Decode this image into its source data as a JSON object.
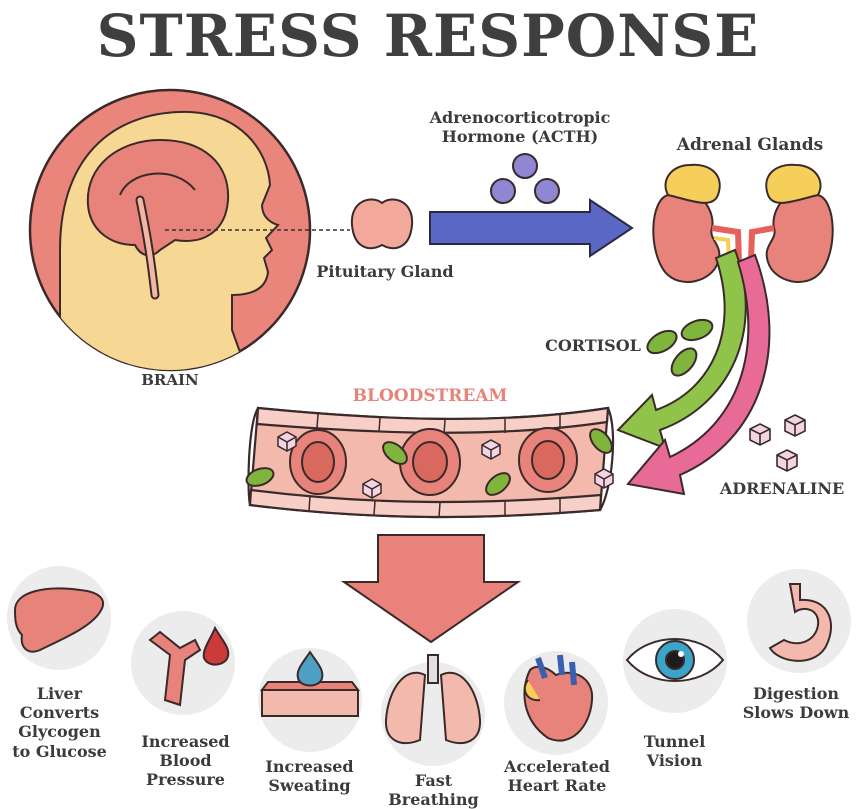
{
  "title": "STRESS RESPONSE",
  "labels": {
    "brain": "BRAIN",
    "pituitary": "Pituitary Gland",
    "acth": "Adrenocorticotropic\nHormone (ACTH)",
    "adrenal": "Adrenal Glands",
    "cortisol": "CORTISOL",
    "bloodstream": "BLOODSTREAM",
    "adrenaline": "ADRENALINE"
  },
  "effects": [
    {
      "name": "liver",
      "label": "Liver\nConverts\nGlycogen\nto Glucose"
    },
    {
      "name": "blood-pressure",
      "label": "Increased\nBlood\nPressure"
    },
    {
      "name": "sweating",
      "label": "Increased\nSweating"
    },
    {
      "name": "breathing",
      "label": "Fast\nBreathing"
    },
    {
      "name": "heart-rate",
      "label": "Accelerated\nHeart Rate"
    },
    {
      "name": "tunnel-vision",
      "label": "Tunnel\nVision"
    },
    {
      "name": "digestion",
      "label": "Digestion\nSlows Down"
    }
  ],
  "colors": {
    "title": "#3f3f42",
    "brain_bg": "#e9857b",
    "blood_label": "#e7837a",
    "acth_arrow": "#5a67c4",
    "cortisol_arrow": "#8fc34a",
    "adrenaline_arrow": "#e86a97",
    "down_arrow": "#e8827a"
  }
}
